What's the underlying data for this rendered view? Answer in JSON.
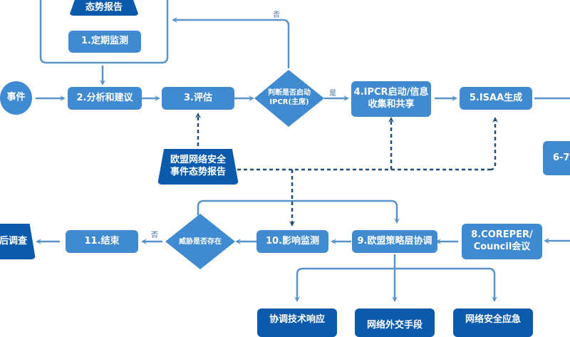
{
  "diagram": {
    "colors": {
      "process": "#3f8ad0",
      "dark": "#0c5aab",
      "line": "#5b93c7",
      "dashed": "#1f4e79"
    },
    "nodes": {
      "report_top": "态势报告",
      "step1": "1.定期监测",
      "event": "事件",
      "step2": "2.分析和建议",
      "step3": "3.评估",
      "decision_ipcr_l1": "判断是否启动",
      "decision_ipcr_l2": "IPCR(主席)",
      "step4_l1": "4.IPCR启动/信息",
      "step4_l2": "收集和共享",
      "step5": "5.ISAA生成",
      "step67": "6-7",
      "eu_report_l1": "欧盟网络安全",
      "eu_report_l2": "事件态势报告",
      "step8_l1": "8.COREPER/",
      "step8_l2": "Council会议",
      "step9": "9.欧盟策略层协调",
      "step10": "10.影响监测",
      "decision_threat": "威胁是否存在",
      "step11": "11.结束",
      "post_investigation": "后调查",
      "sub1": "协调技术响应",
      "sub2": "网络外交手段",
      "sub3": "网络安全应急"
    },
    "edge_labels": {
      "no_top": "否",
      "yes": "是",
      "no_bottom": "否"
    }
  }
}
